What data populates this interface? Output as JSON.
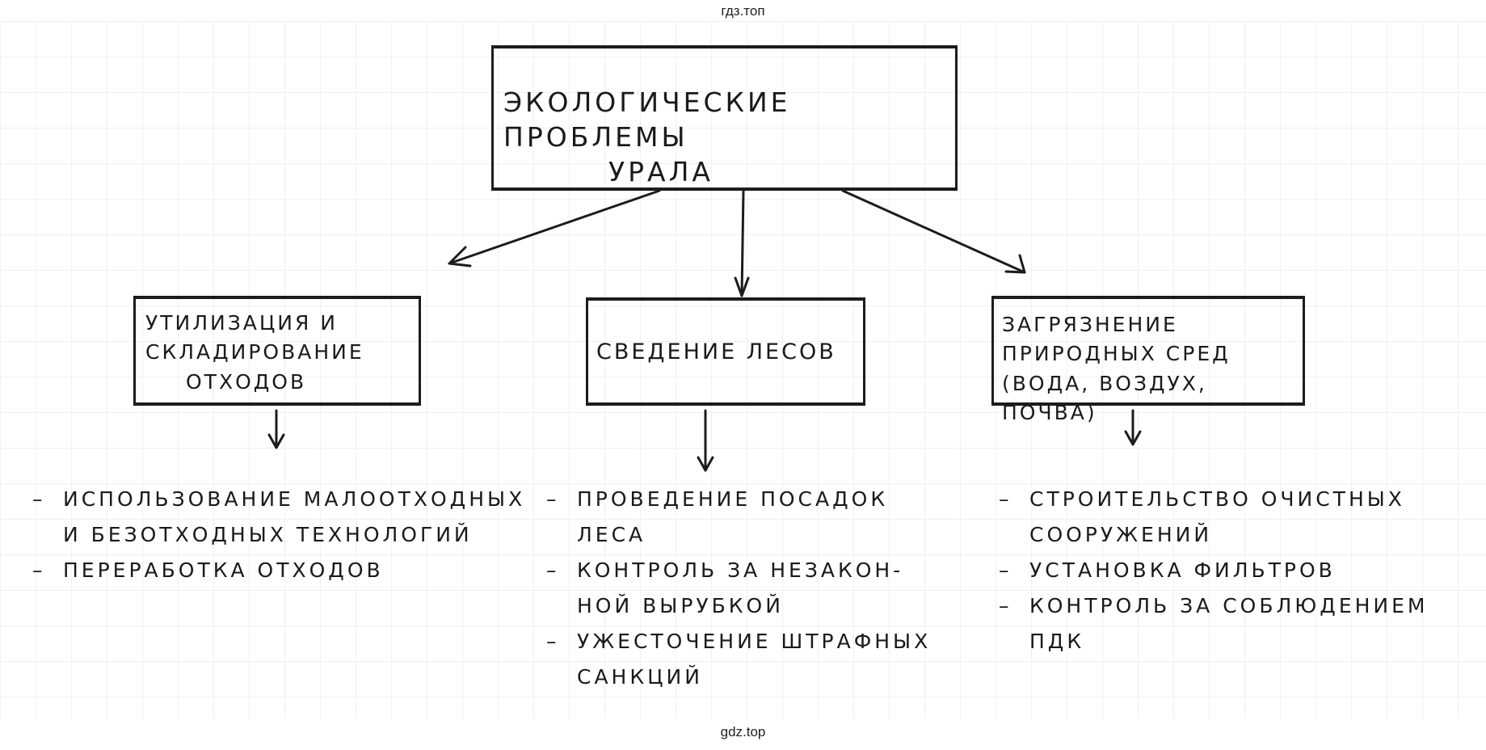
{
  "watermarks": {
    "top": "гдз.топ",
    "bottom": "gdz.top"
  },
  "diagram": {
    "root": {
      "line1": "Экологические проблемы",
      "line2": "Урала"
    },
    "branches": [
      {
        "title_lines": [
          "Утилизация и",
          "складирование",
          "отходов"
        ],
        "measures": [
          {
            "lines": [
              "использование малоотходных",
              "и безотходных технологий"
            ]
          },
          {
            "lines": [
              "переработка отходов"
            ]
          }
        ]
      },
      {
        "title_lines": [
          "Сведение лесов"
        ],
        "measures": [
          {
            "lines": [
              "проведение посадок",
              "леса"
            ]
          },
          {
            "lines": [
              "контроль за незакон-",
              "ной вырубкой"
            ]
          },
          {
            "lines": [
              "ужесточение штрафных",
              "санкций"
            ]
          }
        ]
      },
      {
        "title_lines": [
          "Загрязнение",
          "природных сред",
          "(вода, воздух, почва)"
        ],
        "measures": [
          {
            "lines": [
              "строительство очистных",
              "сооружений"
            ]
          },
          {
            "lines": [
              "установка фильтров"
            ]
          },
          {
            "lines": [
              "контроль за соблюдением",
              "ПДК"
            ]
          }
        ]
      }
    ]
  },
  "colors": {
    "ink": "#1a1a1a",
    "grid": "#eef0f2",
    "paper": "#ffffff"
  }
}
